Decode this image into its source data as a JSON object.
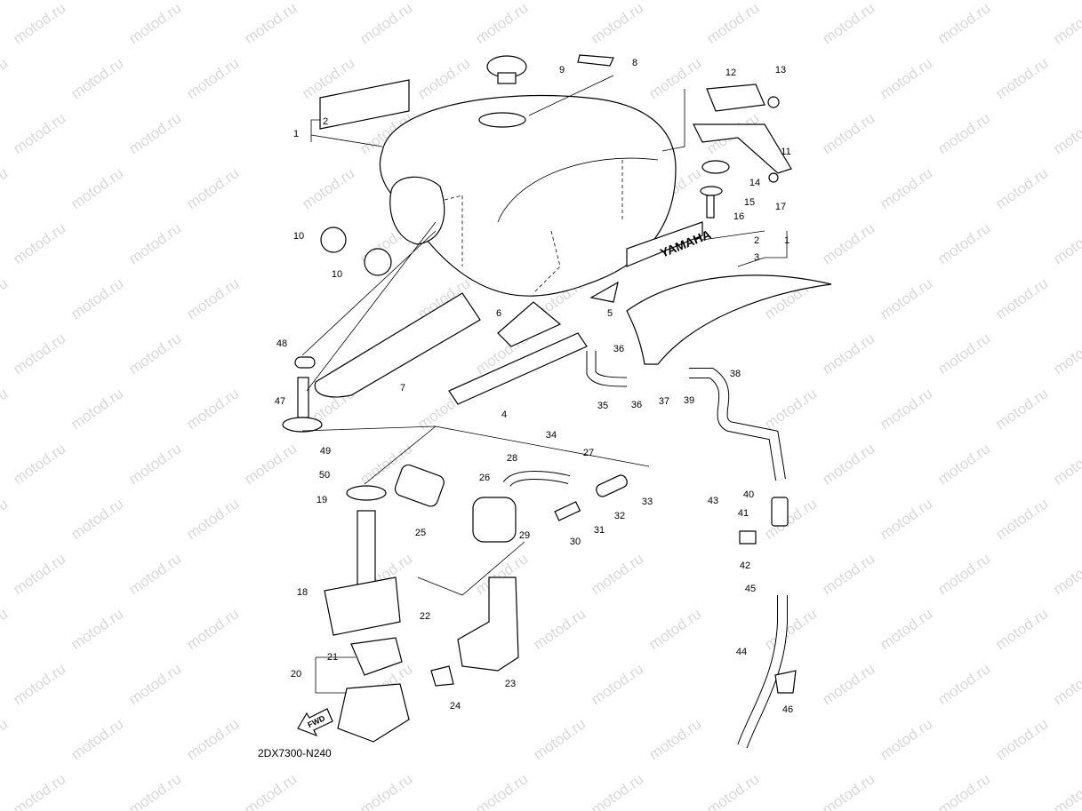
{
  "diagram": {
    "code": "2DX7300-N240",
    "fwd_label": "FWD",
    "brand_decal": "YAMAHA",
    "watermark": "motod.ru",
    "callouts": [
      "9",
      "8",
      "12",
      "13",
      "2",
      "1",
      "11",
      "14",
      "15",
      "17",
      "16",
      "2",
      "1",
      "3",
      "10",
      "10",
      "5",
      "6",
      "48",
      "36",
      "7",
      "38",
      "36",
      "37",
      "39",
      "35",
      "4",
      "47",
      "49",
      "34",
      "28",
      "27",
      "26",
      "50",
      "19",
      "33",
      "32",
      "40",
      "43",
      "41",
      "25",
      "29",
      "31",
      "30",
      "42",
      "18",
      "45",
      "22",
      "21",
      "20",
      "44",
      "23",
      "24",
      "46"
    ]
  }
}
